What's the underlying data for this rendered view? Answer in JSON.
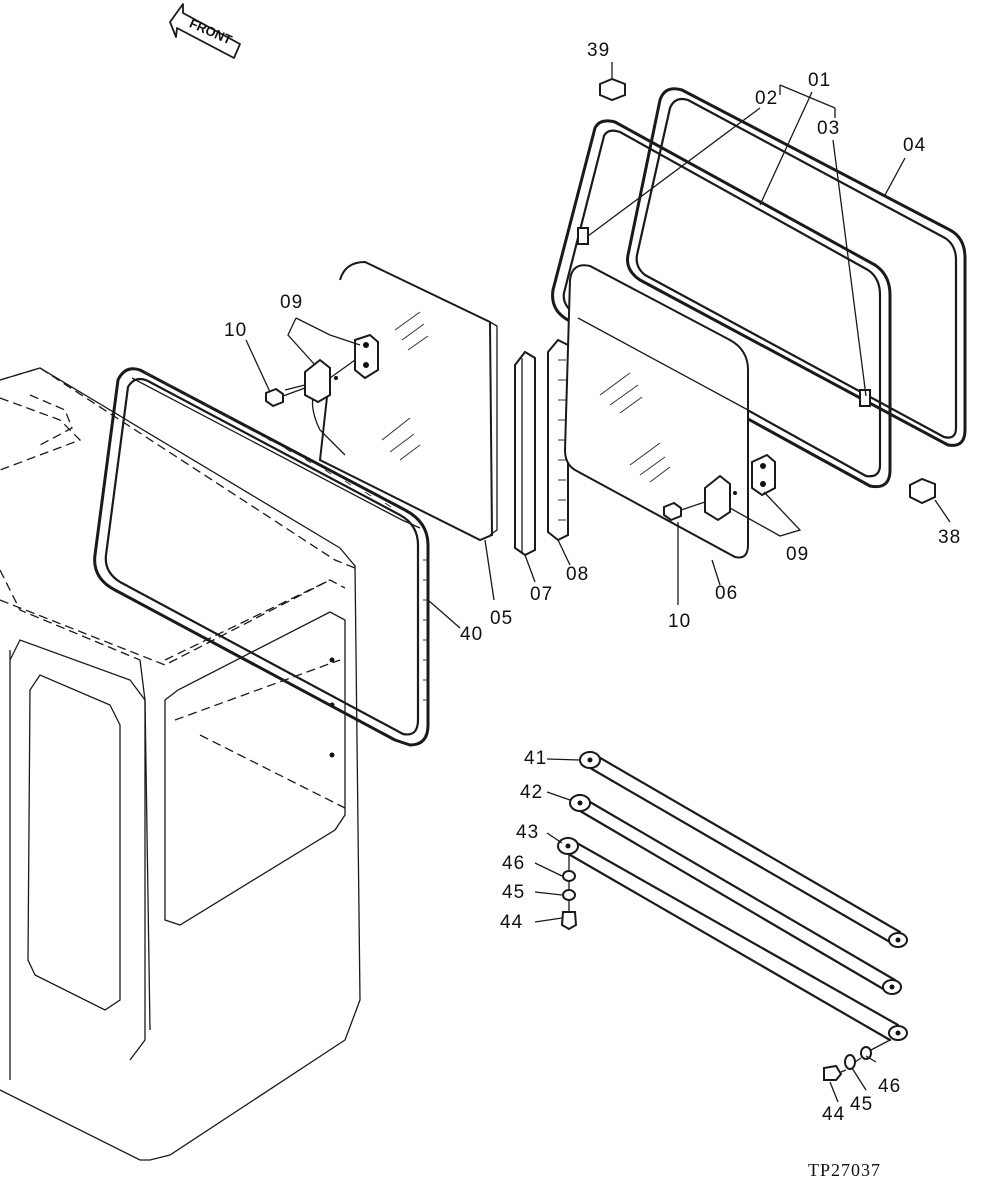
{
  "direction_arrow": "FRONT",
  "drawing_code": "TP27037",
  "callouts": {
    "c01": "01",
    "c02": "02",
    "c03": "03",
    "c04": "04",
    "c05": "05",
    "c06": "06",
    "c07": "07",
    "c08": "08",
    "c09a": "09",
    "c09b": "09",
    "c10a": "10",
    "c10b": "10",
    "c38": "38",
    "c39": "39",
    "c40": "40",
    "c41": "41",
    "c42": "42",
    "c43": "43",
    "c44a": "44",
    "c44b": "44",
    "c45a": "45",
    "c45b": "45",
    "c46a": "46",
    "c46b": "46"
  }
}
